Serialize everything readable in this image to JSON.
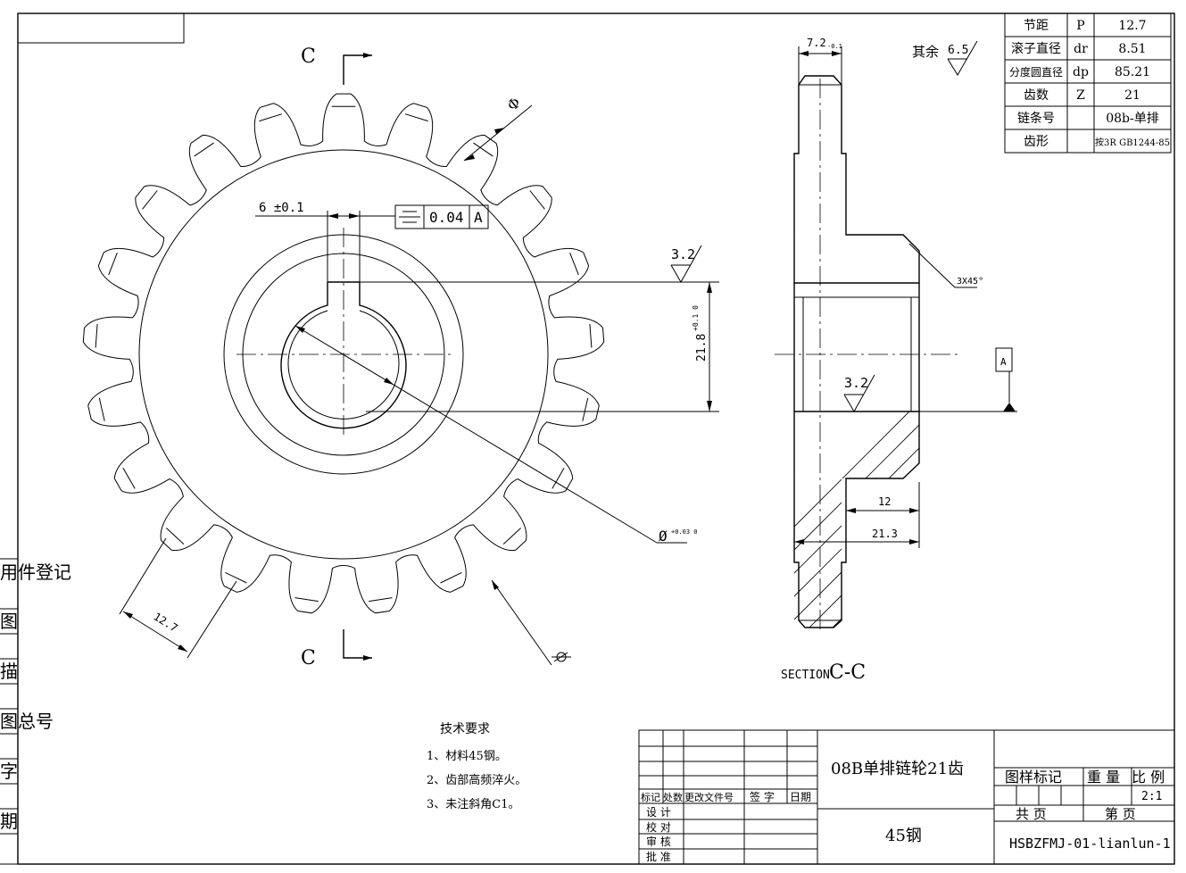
{
  "spec_table": [
    {
      "name": "节距",
      "symbol": "P",
      "value": "12.7"
    },
    {
      "name": "滚子直径",
      "symbol": "dr",
      "value": "8.51"
    },
    {
      "name": "分度圆直径",
      "symbol": "dp",
      "value": "85.21"
    },
    {
      "name": "齿数",
      "symbol": "Z",
      "value": "21"
    },
    {
      "name": "链条号",
      "symbol": "",
      "value": "08b-单排"
    },
    {
      "name": "齿形",
      "symbol": "",
      "value": "按3R GB1244-85"
    }
  ],
  "front_view": {
    "section_letter_top": "C",
    "section_letter_bottom": "C",
    "keyway_width": "6 ±0.1",
    "symmetry_tolerance": "0.04",
    "datum": "A",
    "roughness_keyway": "3.2",
    "bore_dim": "21.8",
    "bore_dim_tol": "+0.1 0",
    "bore_dia": "Ø",
    "bore_dia_tol": "+0.03 0",
    "pitch_dim": "12.7",
    "phi_symbol": "Φ"
  },
  "section_view": {
    "hub_width": "7.2",
    "hub_width_tol": "-0.1",
    "rough_other_label": "其余",
    "rough_other_value": "6.5",
    "chamfer": "3X45°",
    "roughness_bore": "3.2",
    "datum": "A",
    "dim_12": "12",
    "dim_21_3": "21.3",
    "title": "SECTION",
    "title_letters": "C-C"
  },
  "notes": {
    "heading": "技术要求",
    "items": [
      "1、材料45钢。",
      "2、齿部高频淬火。",
      "3、未注斜角C1。"
    ]
  },
  "left_strip": [
    "用件登记",
    "图",
    "描",
    "图总号",
    "字",
    "期"
  ],
  "title_block": {
    "part_name": "08B单排链轮21齿",
    "material": "45钢",
    "col_headers": [
      "标记",
      "处数",
      "更改文件号",
      "签 字",
      "日期"
    ],
    "roles": [
      "设 计",
      "校 对",
      "审 核",
      "批 准"
    ],
    "mark_header": "图样标记",
    "weight_header": "重 量",
    "scale_header": "比 例",
    "scale": "2:1",
    "total_sheets": "共    页",
    "sheet_no": "第    页",
    "drawing_no": "HSBZFMJ-01-lianlun-1"
  }
}
